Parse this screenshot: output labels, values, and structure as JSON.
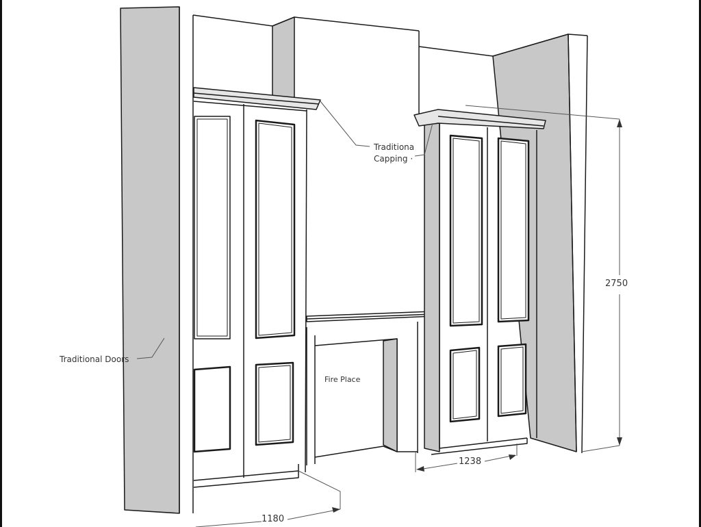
{
  "drawing": {
    "type": "cabinet elevation sketch",
    "colors": {
      "line": "#1a1a1a",
      "shade": "#c8c8c8",
      "face": "#ffffff",
      "text": "#333333"
    }
  },
  "labels": {
    "capping_line1": "Traditiona",
    "capping_line2": "Capping ·",
    "doors": "Traditional Doors",
    "fireplace": "Fire Place"
  },
  "dimensions": {
    "height": "2750",
    "left_width": "1180",
    "right_width": "1238"
  }
}
